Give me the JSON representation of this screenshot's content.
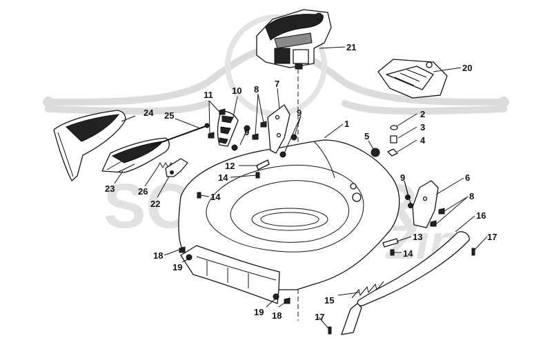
{
  "watermark": {
    "text": "SCOOTER",
    "script": "Zip"
  },
  "callouts": [
    {
      "id": "c1",
      "text": "1"
    },
    {
      "id": "c2",
      "text": "2"
    },
    {
      "id": "c3",
      "text": "3"
    },
    {
      "id": "c4",
      "text": "4"
    },
    {
      "id": "c5",
      "text": "5"
    },
    {
      "id": "c6",
      "text": "6"
    },
    {
      "id": "c7",
      "text": "7"
    },
    {
      "id": "c8a",
      "text": "8"
    },
    {
      "id": "c8b",
      "text": "8"
    },
    {
      "id": "c9a",
      "text": "9"
    },
    {
      "id": "c9b",
      "text": "9"
    },
    {
      "id": "c9c",
      "text": "9"
    },
    {
      "id": "c10",
      "text": "10"
    },
    {
      "id": "c11",
      "text": "11"
    },
    {
      "id": "c12",
      "text": "12"
    },
    {
      "id": "c13",
      "text": "13"
    },
    {
      "id": "c14a",
      "text": "14"
    },
    {
      "id": "c14b",
      "text": "14"
    },
    {
      "id": "c14c",
      "text": "14"
    },
    {
      "id": "c15",
      "text": "15"
    },
    {
      "id": "c16",
      "text": "16"
    },
    {
      "id": "c17a",
      "text": "17"
    },
    {
      "id": "c17b",
      "text": "17"
    },
    {
      "id": "c18a",
      "text": "18"
    },
    {
      "id": "c18b",
      "text": "18"
    },
    {
      "id": "c19a",
      "text": "19"
    },
    {
      "id": "c19b",
      "text": "19"
    },
    {
      "id": "c20",
      "text": "20"
    },
    {
      "id": "c21",
      "text": "21"
    },
    {
      "id": "c22",
      "text": "22"
    },
    {
      "id": "c23",
      "text": "23"
    },
    {
      "id": "c24",
      "text": "24"
    },
    {
      "id": "c25",
      "text": "25"
    },
    {
      "id": "c26",
      "text": "26"
    }
  ]
}
